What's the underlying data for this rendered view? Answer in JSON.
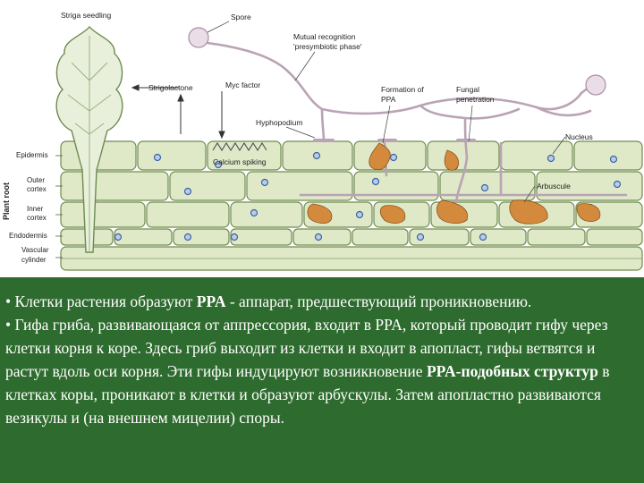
{
  "diagram": {
    "labels": {
      "striga_seedling": "Striga seedling",
      "spore": "Spore",
      "mutual_recognition_1": "Mutual recognition",
      "mutual_recognition_2": "'presymbiotic phase'",
      "strigolactone": "Strigolactone",
      "myc_factor": "Myc factor",
      "formation_of_ppa_1": "Formation of",
      "formation_of_ppa_2": "PPA",
      "fungal_penetration_1": "Fungal",
      "fungal_penetration_2": "penetration",
      "hyphopodium": "Hyphopodium",
      "nucleus": "Nucleus",
      "calcium_spiking": "Calcium spiking",
      "arbuscule": "Arbuscule",
      "epidermis": "Epidermis",
      "outer_cortex_1": "Outer",
      "outer_cortex_2": "cortex",
      "inner_cortex_1": "Inner",
      "inner_cortex_2": "cortex",
      "endodermis": "Endodermis",
      "vascular_cylinder_1": "Vascular",
      "vascular_cylinder_2": "cylinder",
      "plant_root": "Plant root"
    },
    "colors": {
      "cell_fill": "#dfe9c8",
      "cell_stroke": "#6f8a4f",
      "hypha": "#b9a3b4",
      "fungal_structure": "#d48a3c",
      "nucleus": "#5a86c4"
    }
  },
  "caption": {
    "p1_before": "• Клетки растения образуют ",
    "p1_bold": "PPA",
    "p1_after": " - аппарат, предшествующий проникновению.",
    "p2_a": "• Гифа гриба,  развивающаяся от аппрессория, входит в PPA, который проводит гифу через клетки корня к коре. Здесь гриб выходит из клетки и входит в апопласт, гифы ветвятся и растут вдоль оси корня. Эти гифы индуцируют  возникновение  ",
    "p2_bold": "PPA-подобных структур",
    "p2_b": " в клетках коры, проникают в клетки и образуют арбускулы. Затем апопластно развиваются везикулы и (на внешнем мицелии) споры."
  }
}
